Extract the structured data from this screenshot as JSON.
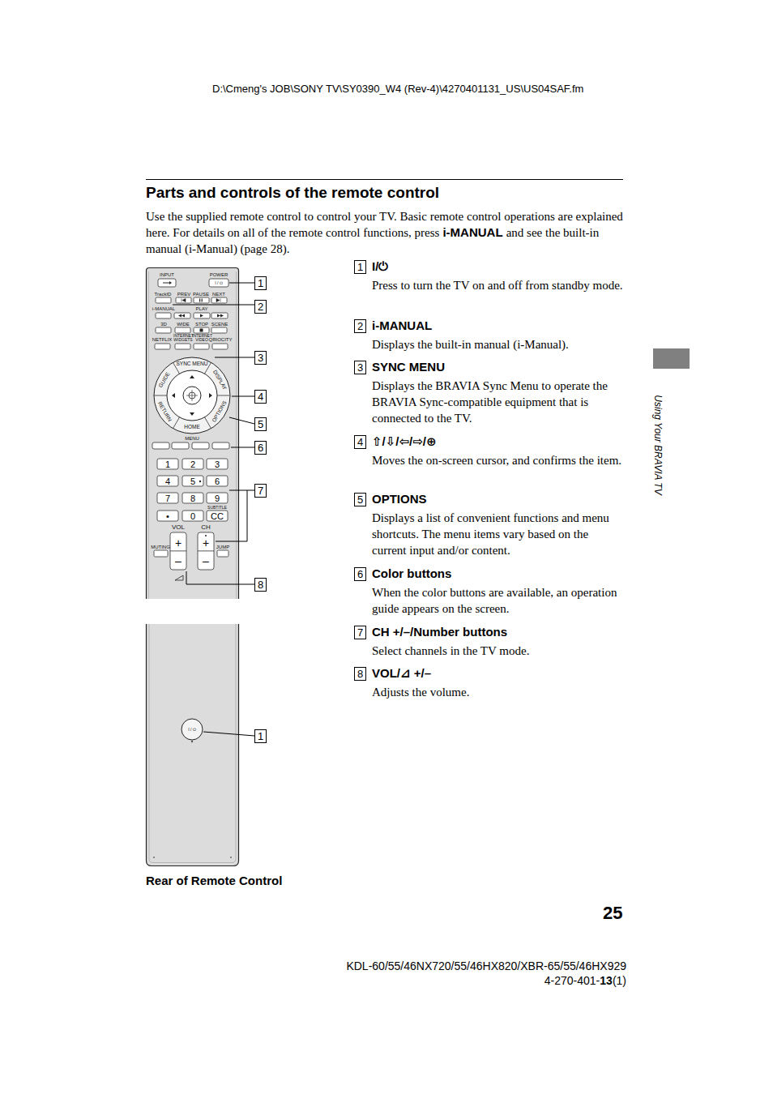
{
  "diagram": {
    "title": "Parts and controls of the remote control",
    "nodes": [
      {
        "text": [
          "1"
        ]
      },
      {
        "text": [
          "2"
        ]
      },
      {
        "text": [
          "3"
        ]
      },
      {
        "text": [
          "4"
        ]
      },
      {
        "text": [
          "5"
        ]
      },
      {
        "text": [
          "6"
        ]
      },
      {
        "text": [
          "7"
        ]
      },
      {
        "text": [
          "8"
        ]
      },
      {
        "text": [
          "1"
        ]
      },
      {
        "text": [
          "1"
        ]
      },
      {
        "text": [
          "2"
        ]
      },
      {
        "text": [
          "3"
        ]
      },
      {
        "text": [
          "4"
        ]
      },
      {
        "text": [
          "5"
        ]
      },
      {
        "text": [
          "6"
        ]
      },
      {
        "text": [
          "7"
        ]
      },
      {
        "text": [
          "8"
        ]
      }
    ],
    "labels": [
      "D:\\Cmeng's JOB\\SONY TV\\SY0390_W4 (Rev-4)\\4270401131_US\\US04SAF.fm",
      "Use the supplied remote control to control your TV. Basic remote control operations are explained here. For details on all of the remote control functions, press",
      "i-MANUAL",
      "and see the built-in manual (i-Manual) (page 28).",
      "INPUT",
      "POWER",
      "I / ⏻",
      "TrackID",
      "PREV",
      "PAUSE",
      "NEXT",
      "i-MANUAL",
      "PLAY",
      "3D",
      "WIDE",
      "STOP",
      "SCENE",
      "NETFLIX",
      "INTERNET WIDGETS",
      "INTERNET VIDEO",
      "QRIOCITY",
      "SYNC MENU",
      "GUIDE",
      "DISPLAY",
      "RETURN",
      "OPTIONS",
      "HOME",
      "MENU",
      "1",
      "2",
      "3",
      "4",
      "5",
      "6",
      "7",
      "8",
      "9",
      "•",
      "0",
      "SUBTITLE",
      "CC",
      "VOL",
      "CH",
      "MUTING",
      "JUMP",
      "+",
      "–",
      "+",
      "–",
      "I / ⏻",
      "I/⏻",
      "Press to turn the TV on and off from standby mode.",
      "i-MANUAL",
      "Displays the built-in manual (i-Manual).",
      "SYNC MENU",
      "Displays the BRAVIA Sync Menu to operate the BRAVIA Sync-compatible equipment that is connected to the TV.",
      "⇧/⇩/⇦/⇨/⊕",
      "Moves the on-screen cursor, and confirms the item.",
      "OPTIONS",
      "Displays a list of convenient functions and menu shortcuts. The menu items vary based on the current input and/or content.",
      "Color buttons",
      "When the color buttons are available, an operation guide appears on the screen.",
      "CH +/–/Number buttons",
      "Select channels in the TV mode.",
      "VOL/⊿ +/–",
      "Adjusts the volume.",
      "Using Your BRAVIA TV",
      "Rear of Remote Control",
      "25",
      "KDL-60/55/46NX720/55/46HX820/XBR-65/55/46HX929",
      "4-270-401-",
      "13",
      "(1)"
    ]
  }
}
